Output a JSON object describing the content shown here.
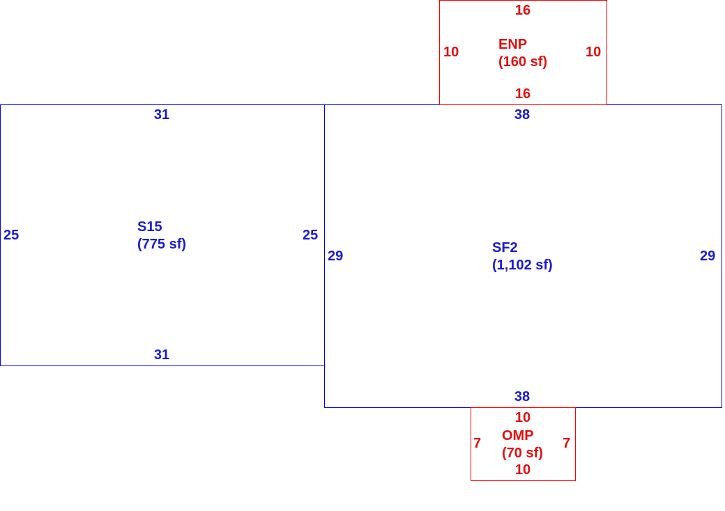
{
  "areas": {
    "s15": {
      "code": "S15",
      "area": "(775 sf)",
      "top": "31",
      "bottom": "31",
      "left": "25",
      "right": "25"
    },
    "sf2": {
      "code": "SF2",
      "area": "(1,102 sf)",
      "top": "38",
      "bottom": "38",
      "left": "29",
      "right": "29"
    },
    "enp": {
      "code": "ENP",
      "area": "(160 sf)",
      "top": "16",
      "bottom": "16",
      "left": "10",
      "right": "10"
    },
    "omp": {
      "code": "OMP",
      "area": "(70 sf)",
      "top": "10",
      "bottom": "10",
      "left": "7",
      "right": "7"
    }
  },
  "colors": {
    "living_area": "#0000ff",
    "porch_area": "#ff0000"
  }
}
